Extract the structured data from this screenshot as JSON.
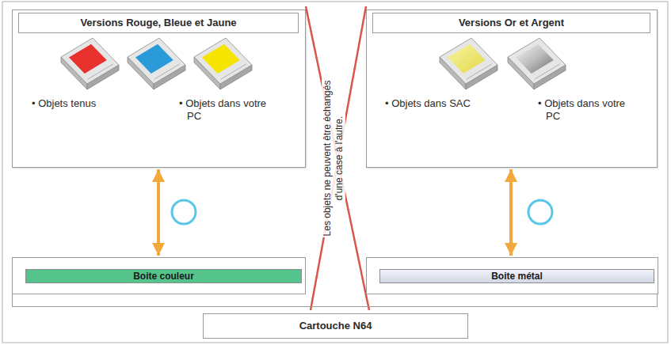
{
  "diagram": {
    "nodes": [
      {
        "text": [
          "Versions Rouge, Bleue et Jaune",
          "• Objets tenus",
          "• Objets dans votre PC"
        ]
      },
      {
        "text": [
          "Versions Or et Argent",
          "• Objets dans SAC",
          "• Objets dans votre PC"
        ]
      },
      {
        "text": [
          "Cartouche N64"
        ]
      },
      {
        "text": [
          "Boite couleur"
        ],
        "in": 2
      },
      {
        "text": [
          "Boite métal"
        ],
        "in": 2
      }
    ],
    "edges": [
      {
        "from": 0,
        "to": 3,
        "arrow": "both"
      },
      {
        "from": 1,
        "to": 4,
        "arrow": "both"
      }
    ],
    "labels": [
      "Les objets ne peuvent être échangés d'une case à l'autre."
    ]
  }
}
